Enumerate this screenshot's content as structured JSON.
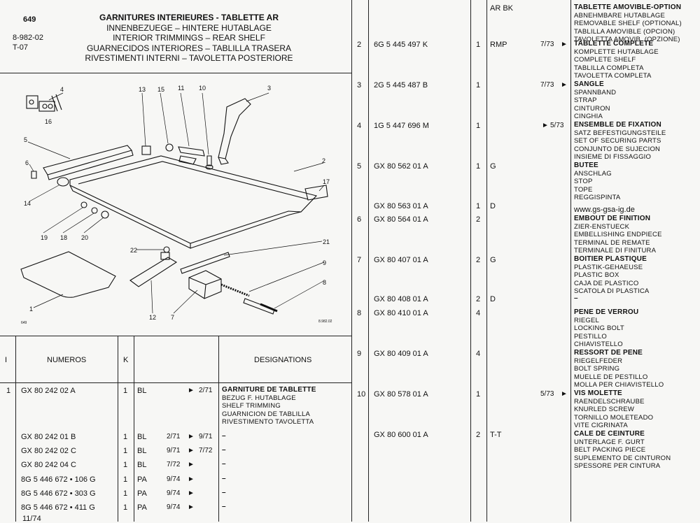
{
  "header": {
    "page_no": "649",
    "ref": "8-982-02",
    "sub": "T-07",
    "title_lines": [
      "GARNITURES INTERIEURES - TABLETTE AR",
      "INNENBEZUEGE – HINTERE HUTABLAGE",
      "INTERIOR TRIMMINGS – REAR SHELF",
      "GUARNECIDOS INTERIORES – TABLILLA TRASERA",
      "RIVESTIMENTI INTERNI – TAVOLETTA POSTERIORE"
    ]
  },
  "figure": {
    "small_no": "649",
    "small_ref": "8.982.02",
    "labels": [
      "1",
      "2",
      "3",
      "4",
      "5",
      "6",
      "7",
      "8",
      "9",
      "10",
      "11",
      "12",
      "13",
      "14",
      "15",
      "16",
      "17",
      "18",
      "19",
      "20",
      "21",
      "22"
    ]
  },
  "left_table": {
    "headers": {
      "i": "I",
      "numeros": "NUMEROS",
      "k": "K",
      "designations": "DESIGNATIONS"
    },
    "rows": [
      {
        "i": "1",
        "num": "GX  80 242  02  A",
        "k": "1",
        "code": "BL",
        "from": "",
        "arrow": "►",
        "to": "2/71",
        "desc": [
          "GARNITURE DE TABLETTE",
          "BEZUG F. HUTABLAGE",
          "SHELF TRIMMING",
          "GUARNICION DE TABLILLA",
          "RIVESTIMENTO TAVOLETTA"
        ]
      },
      {
        "i": "",
        "num": "GX  80 242  01  B",
        "k": "1",
        "code": "BL",
        "from": "2/71",
        "arrow": "►",
        "to": "9/71",
        "desc": [
          "–"
        ]
      },
      {
        "i": "",
        "num": "GX  80 242  02  C",
        "k": "1",
        "code": "BL",
        "from": "9/71",
        "arrow": "►",
        "to": "7/72",
        "desc": [
          "–"
        ]
      },
      {
        "i": "",
        "num": "GX  80 242  04  C",
        "k": "1",
        "code": "BL",
        "from": "7/72",
        "arrow": "►",
        "to": "",
        "desc": [
          "–"
        ]
      },
      {
        "i": "",
        "num": "8G    5 446 672 • 106  G",
        "k": "1",
        "code": "PA",
        "from": "9/74",
        "arrow": "►",
        "to": "",
        "desc": [
          "–"
        ]
      },
      {
        "i": "",
        "num": "8G    5 446 672 • 303  G",
        "k": "1",
        "code": "PA",
        "from": "9/74",
        "arrow": "►",
        "to": "",
        "desc": [
          "–"
        ]
      },
      {
        "i": "",
        "num": "8G    5 446 672 • 411  G",
        "k": "1",
        "code": "PA",
        "from": "9/74",
        "arrow": "►",
        "to": "",
        "desc": [
          "–"
        ]
      }
    ],
    "footnote": "11/74"
  },
  "right_table": {
    "code_header": "AR BK",
    "watermark": "www.gs-gsa-ig.de",
    "rows": [
      {
        "i": "",
        "num": "",
        "k": "",
        "code": "",
        "from": "",
        "arrow": "",
        "to": "",
        "desc": [
          "TABLETTE AMOVIBLE-OPTION",
          "ABNEHMBARE HUTABLAGE",
          "REMOVABLE SHELF (OPTIONAL)",
          "TABLILLA AMOVIBLE (OPCION)",
          "TAVOLETTA AMOVIB. (OPZIONE)"
        ]
      },
      {
        "i": "2",
        "num": "6G    5 445 497   K",
        "k": "1",
        "code": "RMP",
        "from": "7/73",
        "arrow": "►",
        "to": "",
        "desc": [
          "TABLETTE COMPLETE",
          "KOMPLETTE HUTABLAGE",
          "COMPLETE SHELF",
          "TABLILLA COMPLETA",
          "TAVOLETTA COMPLETA"
        ]
      },
      {
        "i": "3",
        "num": "2G    5 445 487   B",
        "k": "1",
        "code": "",
        "from": "7/73",
        "arrow": "►",
        "to": "",
        "desc": [
          "SANGLE",
          "SPANNBAND",
          "STRAP",
          "CINTURON",
          "CINGHIA"
        ]
      },
      {
        "i": "4",
        "num": "1G    5 447 696   M",
        "k": "1",
        "code": "",
        "from": "",
        "arrow": "►",
        "to": "5/73",
        "desc": [
          "ENSEMBLE DE FIXATION",
          "SATZ BEFESTIGUNGSTEILE",
          "SET OF SECURING PARTS",
          "CONJUNTO DE SUJECION",
          "INSIEME DI FISSAGGIO"
        ]
      },
      {
        "i": "5",
        "num": "GX  80 562  01  A",
        "k": "1",
        "code": "G",
        "from": "",
        "arrow": "",
        "to": "",
        "desc": [
          "BUTEE",
          "ANSCHLAG",
          "STOP",
          "TOPE",
          "REGGISPINTA"
        ]
      },
      {
        "i": "",
        "num": "GX  80 563  01  A",
        "k": "1",
        "code": "D",
        "from": "",
        "arrow": "",
        "to": "",
        "desc": []
      },
      {
        "i": "6",
        "num": "GX  80 564  01  A",
        "k": "2",
        "code": "",
        "from": "",
        "arrow": "",
        "to": "",
        "desc": [
          "EMBOUT DE FINITION",
          "ZIER-ENSTUECK",
          "EMBELLISHING ENDPIECE",
          "TERMINAL DE REMATE",
          "TERMINALE DI FINITURA"
        ]
      },
      {
        "i": "7",
        "num": "GX  80 407  01  A",
        "k": "2",
        "code": "G",
        "from": "",
        "arrow": "",
        "to": "",
        "desc": [
          "BOITIER PLASTIQUE",
          "PLASTIK-GEHAEUSE",
          "PLASTIC BOX",
          "CAJA DE PLASTICO",
          "SCATOLA DI PLASTICA"
        ]
      },
      {
        "i": "",
        "num": "GX  80 408  01  A",
        "k": "2",
        "code": "D",
        "from": "",
        "arrow": "",
        "to": "",
        "desc": [
          "–"
        ]
      },
      {
        "i": "8",
        "num": "GX  80 410  01  A",
        "k": "4",
        "code": "",
        "from": "",
        "arrow": "",
        "to": "",
        "desc": [
          "PENE DE VERROU",
          "RIEGEL",
          "LOCKING BOLT",
          "PESTILLO",
          "CHIAVISTELLO"
        ]
      },
      {
        "i": "9",
        "num": "GX  80 409  01  A",
        "k": "4",
        "code": "",
        "from": "",
        "arrow": "",
        "to": "",
        "desc": [
          "RESSORT DE PENE",
          "RIEGELFEDER",
          "BOLT SPRING",
          "MUELLE DE PESTILLO",
          "MOLLA PER CHIAVISTELLO"
        ]
      },
      {
        "i": "10",
        "num": "GX  80 578  01  A",
        "k": "1",
        "code": "",
        "from": "5/73",
        "arrow": "►",
        "to": "",
        "desc": [
          "VIS MOLETTE",
          "RAENDELSCHRAUBE",
          "KNURLED SCREW",
          "TORNILLO MOLETEADO",
          "VITE CIGRINATA"
        ]
      },
      {
        "i": "",
        "num": "GX  80 600  01  A",
        "k": "2",
        "code": "T-T",
        "from": "",
        "arrow": "",
        "to": "",
        "desc": [
          "CALE DE CEINTURE",
          "UNTERLAGE F. GURT",
          "BELT PACKING PIECE",
          "SUPLEMENTO DE CINTURON",
          "SPESSORE PER CINTURA"
        ]
      }
    ]
  }
}
